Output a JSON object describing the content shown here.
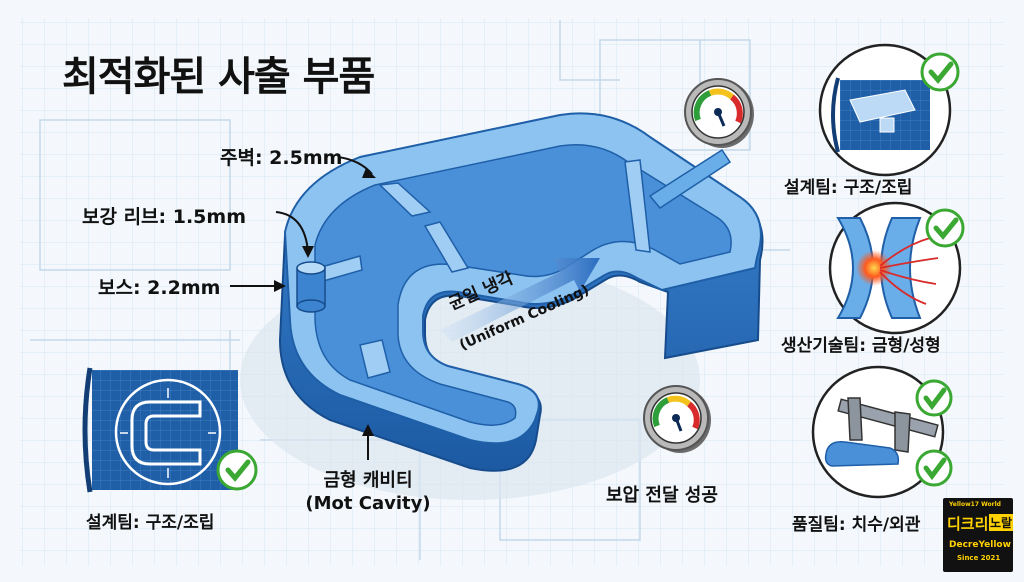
{
  "title": "최적화된 사출 부품",
  "callouts": {
    "wall": "주벽: 2.5mm",
    "rib": "보강 리브: 1.5mm",
    "boss": "보스: 2.2mm",
    "cavity_line1": "금형 캐비티",
    "cavity_line2": "(Mot Cavity)",
    "pressure": "보압 전달 성공"
  },
  "cooling": {
    "label": "균일 냉각",
    "sublabel": "(Uniform Cooling)"
  },
  "teams": {
    "design_top": "설계팀: 구조/조립",
    "production": "생산기술팀: 금형/성형",
    "quality": "품질팀: 치수/외관",
    "design_bottom": "설계팀: 구조/조립"
  },
  "logo": {
    "top": "Yellow17 World",
    "main_left": "디크리",
    "main_right": "노랄",
    "sub": "DecreYellow",
    "since": "Since 2021"
  },
  "colors": {
    "part_blue": "#4a90d9",
    "part_light": "#8cc3f0",
    "part_dark": "#1f5fa8",
    "check_green": "#3aa832",
    "logo_yellow": "#ffd200"
  },
  "icons": [
    "check-icon",
    "pressure-gauge-icon",
    "blueprint-icon",
    "caliper-icon",
    "heat-flow-icon"
  ]
}
